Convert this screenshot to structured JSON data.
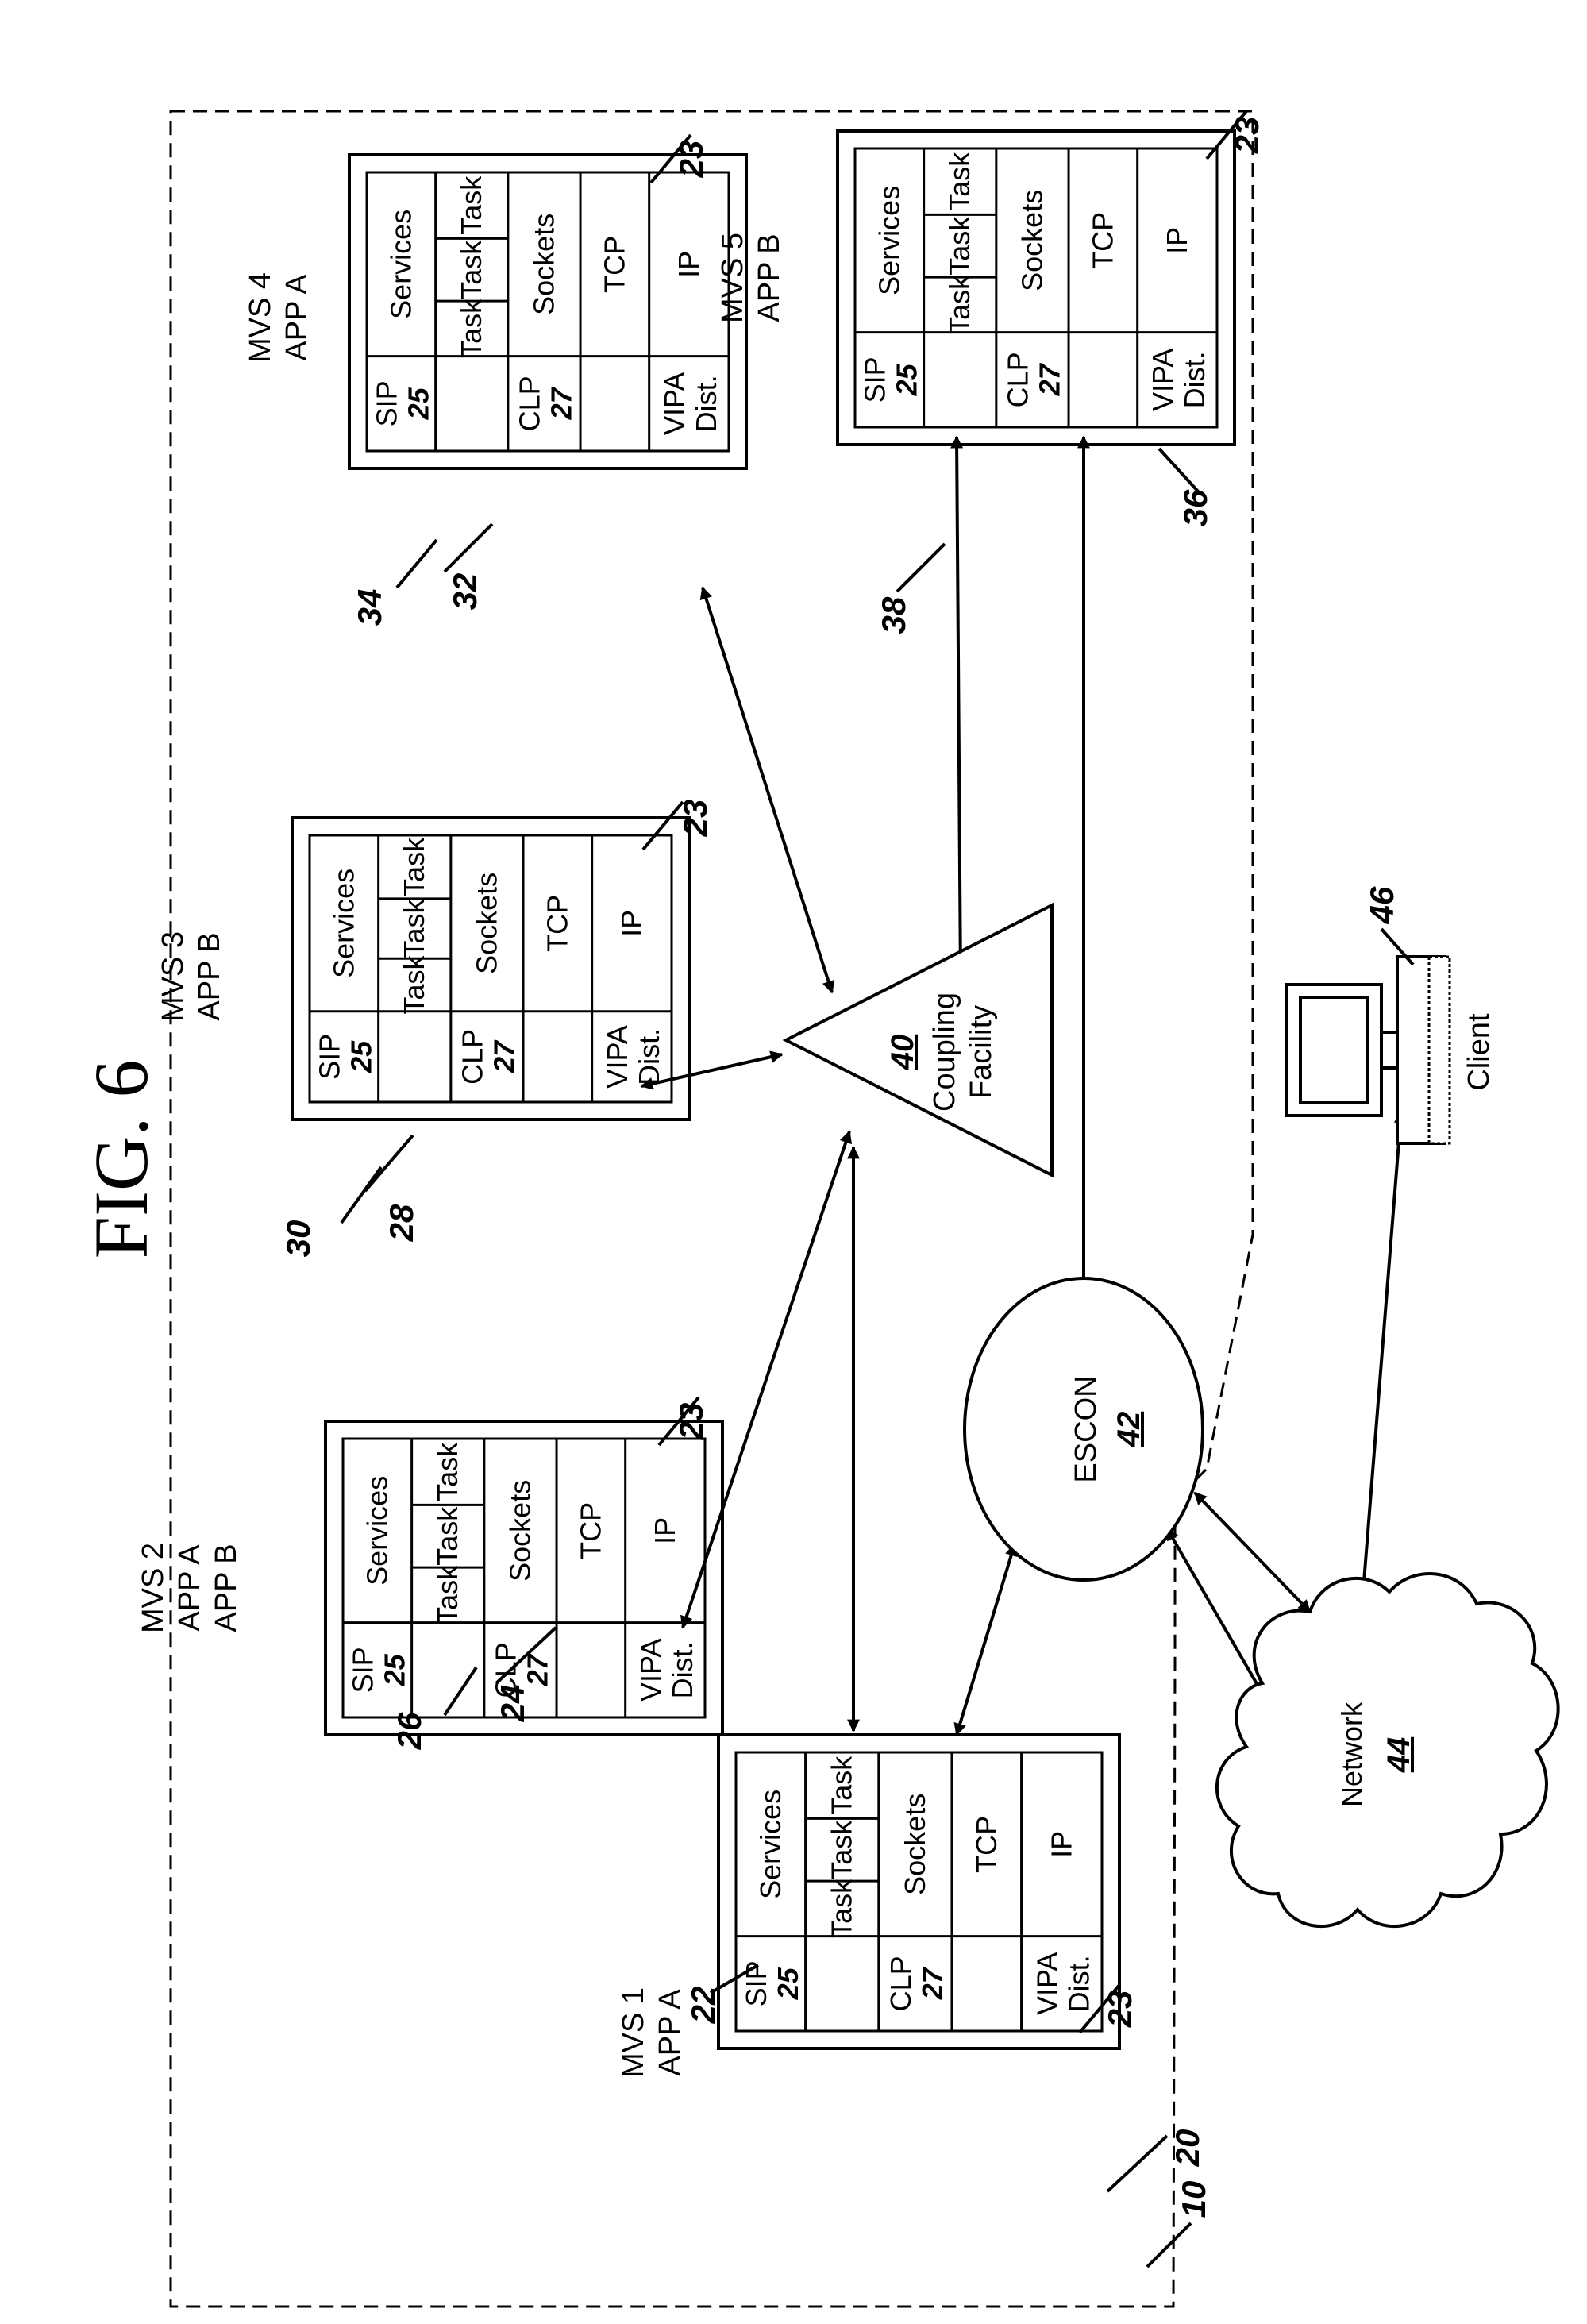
{
  "figure_title": "FIG. 6",
  "sysplex_ref": "10",
  "stack": {
    "services": "Services",
    "task": "Task",
    "sockets": "Sockets",
    "tcp": "TCP",
    "ip": "IP",
    "sip": "SIP",
    "sip_ref": "25",
    "clp": "CLP",
    "clp_ref": "27",
    "vipa": "VIPA",
    "dist": "Dist."
  },
  "hosts": [
    {
      "id": "mvs1",
      "labels": [
        "MVS 1",
        "APP A"
      ],
      "box_ref": "20",
      "stack_ref": "22",
      "dist_ref": "23"
    },
    {
      "id": "mvs2",
      "labels": [
        "MVS 2",
        "APP A",
        "APP B"
      ],
      "box_ref": "24",
      "stack_ref": "26",
      "dist_ref": "23"
    },
    {
      "id": "mvs3",
      "labels": [
        "MVS 3",
        "APP B"
      ],
      "box_ref": "28",
      "stack_ref": "30",
      "dist_ref": "23"
    },
    {
      "id": "mvs4",
      "labels": [
        "MVS 4",
        "APP A"
      ],
      "box_ref": "32",
      "stack_ref": "34",
      "dist_ref": "23"
    },
    {
      "id": "mvs5",
      "labels": [
        "MVS 5",
        "APP B"
      ],
      "box_ref": "36",
      "stack_ref": "38",
      "dist_ref": "23"
    }
  ],
  "coupling_facility": {
    "ref": "40",
    "line1": "Coupling",
    "line2": "Facility"
  },
  "escon": {
    "label": "ESCON",
    "ref": "42"
  },
  "network": {
    "label": "Network",
    "ref": "44"
  },
  "client": {
    "label": "Client",
    "ref": "46"
  }
}
